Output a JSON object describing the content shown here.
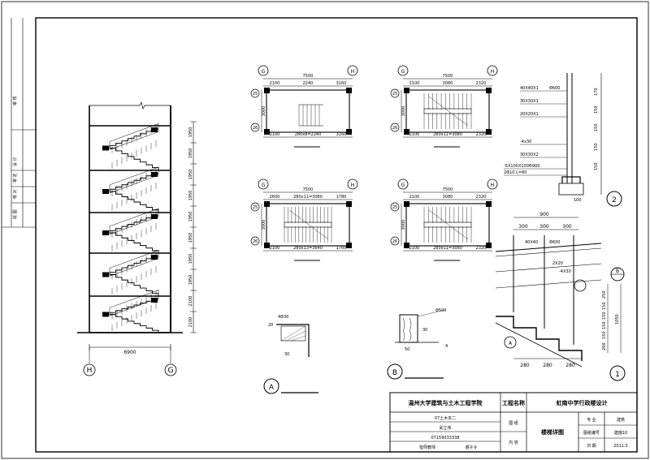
{
  "title_block": {
    "school": "温州大学建筑与土木工程学院",
    "project_label": "工程名称",
    "project_name": "虹南中学行政楼设计",
    "class_name": "07土木本二",
    "student_name": "武立伟",
    "student_id": "07159033338",
    "advisor_label": "指导教师",
    "advisor_name": "谢子令",
    "drawing_label": "图 纸",
    "content_label": "内 容",
    "drawing_name": "楼梯详图",
    "major_label": "专 业",
    "major_value": "建筑",
    "number_label": "图纸编号",
    "number_value": "建施10",
    "date_label": "日 期",
    "date_value": "2011.5"
  },
  "section": {
    "floor_heights": [
      "1950",
      "1950",
      "1950",
      "1950",
      "1950",
      "1950",
      "1950",
      "1950",
      "2100",
      "2100"
    ],
    "width_dim": "6900",
    "axis_left": "H",
    "axis_right": "G"
  },
  "plans": [
    {
      "top_total": "7500",
      "top_segments": [
        "2100",
        "2240",
        "3160"
      ],
      "bottom_segments": [
        "2100",
        "280x8=2240",
        "3160"
      ],
      "axis_left": "G",
      "axis_right": "H",
      "row_axes": [
        "25",
        "26"
      ],
      "side_dims": [
        "3000",
        "300"
      ]
    },
    {
      "top_total": "7500",
      "top_segments": [
        "2100",
        "3080",
        "2320"
      ],
      "bottom_segments": [
        "2100",
        "280x11=3080",
        "2320"
      ],
      "axis_left": "G",
      "axis_right": "H",
      "row_axes": [
        "25",
        "26"
      ],
      "side_dims": [
        "3000",
        "300"
      ]
    },
    {
      "top_total": "7500",
      "top_segments": [
        "2600",
        "280x11=3080",
        "1780"
      ],
      "bottom_segments": [
        "2100",
        "280x13=3640",
        "1760"
      ],
      "axis_left": "G",
      "axis_right": "H",
      "row_axes": [
        "25",
        "26"
      ],
      "side_dims": [
        "3000",
        "300"
      ]
    },
    {
      "top_total": "7500",
      "top_segments": [
        "2100",
        "3080",
        "2320"
      ],
      "bottom_segments": [
        "2100",
        "280x11=3080",
        "2320"
      ],
      "axis_left": "G",
      "axis_right": "H",
      "row_axes": [
        "25",
        "26"
      ],
      "side_dims": [
        "3000",
        "300"
      ]
    }
  ],
  "detail_2": {
    "labels": [
      "40X40X1",
      "Φ600",
      "30X30X1",
      "20X20X1",
      "-4x30",
      "30X30X2",
      "-5X100X100Φ900",
      "2Φ10 L=80"
    ],
    "dims": [
      "170",
      "150",
      "150",
      "150",
      "150",
      "100"
    ],
    "tag": "2"
  },
  "detail_1": {
    "top_dims": [
      "900",
      "300",
      "300",
      "300"
    ],
    "labels": [
      "40X40",
      "Φ600",
      "2X20",
      "-4X30"
    ],
    "side_dims": [
      "250",
      "150",
      "150",
      "150",
      "150",
      "200",
      "1050"
    ],
    "bottom_dims": [
      "280",
      "280",
      "280"
    ],
    "tag": "1",
    "callout_b": "B",
    "callout_a": "A"
  },
  "detail_a": {
    "dims": [
      "4Φ30",
      "30",
      "20"
    ],
    "tag": "A"
  },
  "detail_b": {
    "dims": [
      "Φ500",
      "30",
      "50",
      "4"
    ],
    "tag": "B"
  },
  "left_strip": {
    "labels": [
      "审 核",
      "设 计",
      "审 定",
      "校 对",
      "绘 图"
    ]
  }
}
